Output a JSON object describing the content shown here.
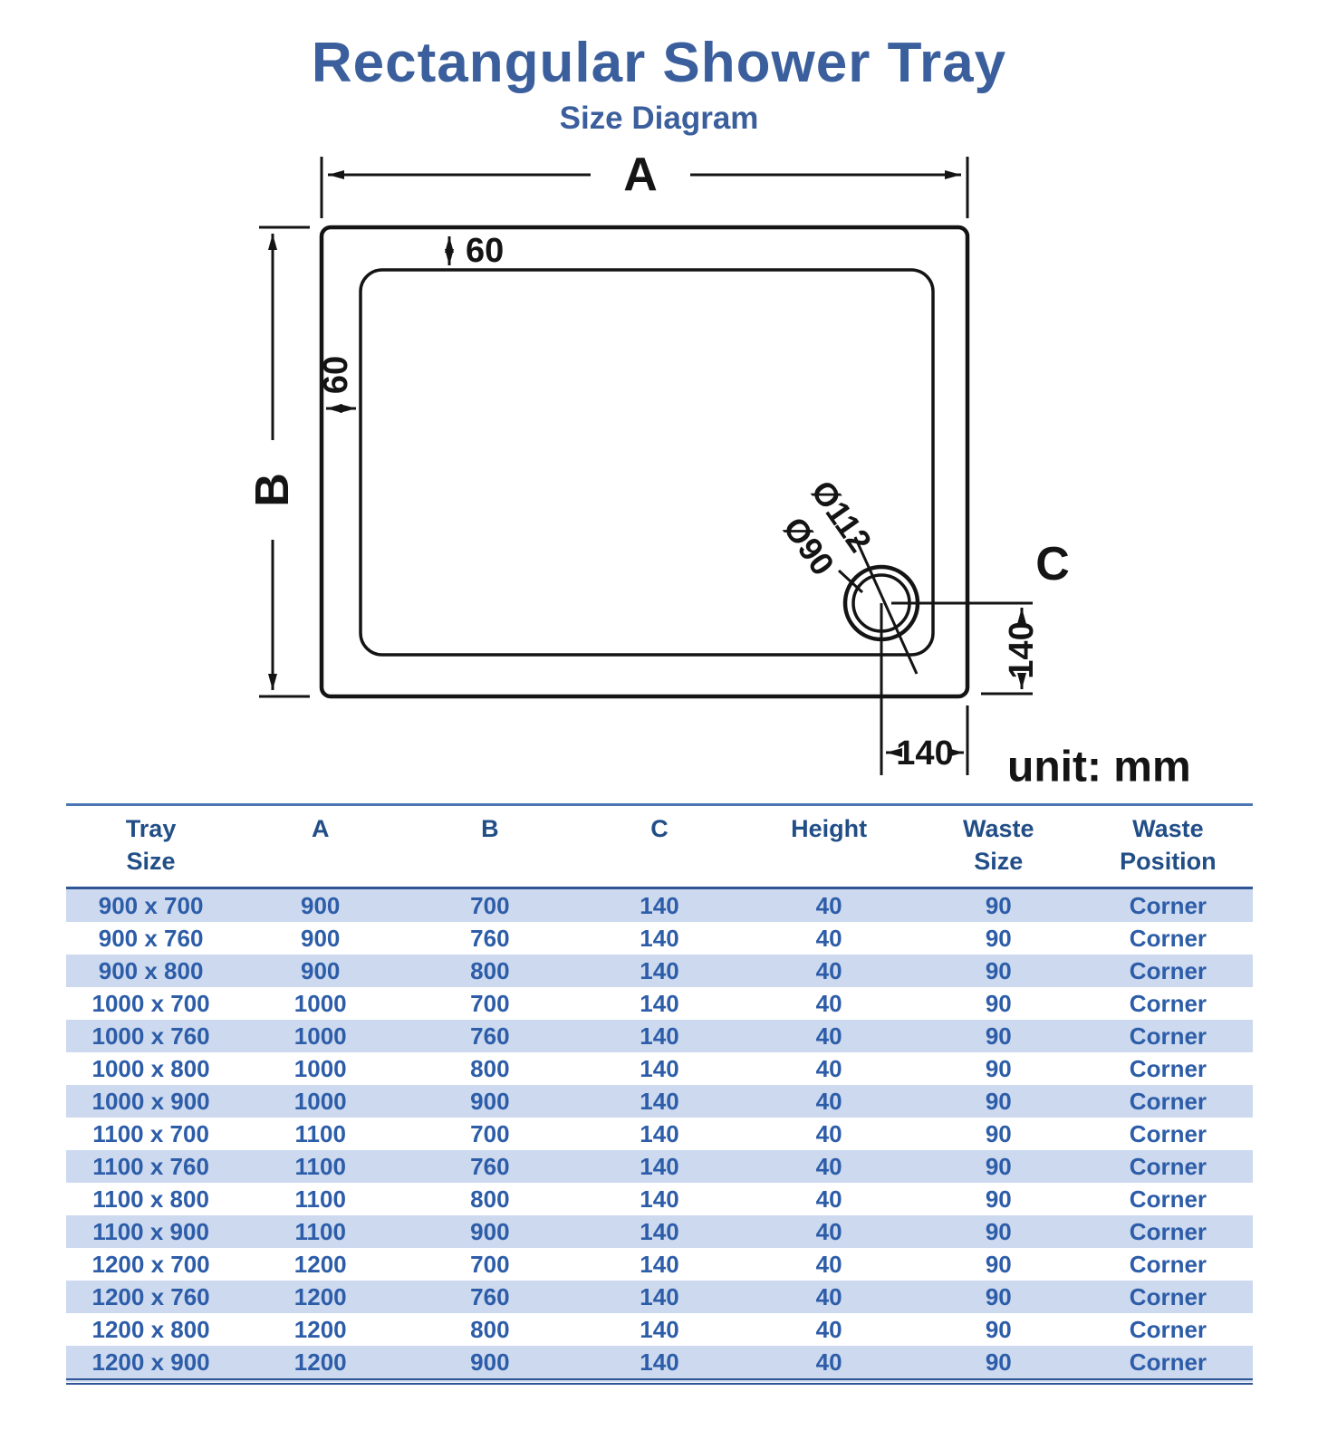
{
  "title": "Rectangular Shower Tray",
  "subtitle": "Size Diagram",
  "diagram": {
    "dim_a_label": "A",
    "dim_b_label": "B",
    "dim_c_label": "C",
    "top_inset_label": "60",
    "left_inset_label": "60",
    "drain_outer_diameter_label": "Ø112",
    "drain_inner_diameter_label": "Ø90",
    "drain_offset_vertical_label": "140",
    "drain_offset_horizontal_label": "140",
    "unit_label": "unit: mm"
  },
  "table": {
    "columns": [
      "Tray\nSize",
      "A",
      "B",
      "C",
      "Height",
      "Waste\nSize",
      "Waste\nPosition"
    ],
    "rows": [
      {
        "tray_size": "900 x 700",
        "a": "900",
        "b": "700",
        "c": "140",
        "height": "40",
        "waste_size": "90",
        "waste_position": "Corner"
      },
      {
        "tray_size": "900 x 760",
        "a": "900",
        "b": "760",
        "c": "140",
        "height": "40",
        "waste_size": "90",
        "waste_position": "Corner"
      },
      {
        "tray_size": "900 x 800",
        "a": "900",
        "b": "800",
        "c": "140",
        "height": "40",
        "waste_size": "90",
        "waste_position": "Corner"
      },
      {
        "tray_size": "1000 x 700",
        "a": "1000",
        "b": "700",
        "c": "140",
        "height": "40",
        "waste_size": "90",
        "waste_position": "Corner"
      },
      {
        "tray_size": "1000 x 760",
        "a": "1000",
        "b": "760",
        "c": "140",
        "height": "40",
        "waste_size": "90",
        "waste_position": "Corner"
      },
      {
        "tray_size": "1000 x 800",
        "a": "1000",
        "b": "800",
        "c": "140",
        "height": "40",
        "waste_size": "90",
        "waste_position": "Corner"
      },
      {
        "tray_size": "1000 x 900",
        "a": "1000",
        "b": "900",
        "c": "140",
        "height": "40",
        "waste_size": "90",
        "waste_position": "Corner"
      },
      {
        "tray_size": "1100 x 700",
        "a": "1100",
        "b": "700",
        "c": "140",
        "height": "40",
        "waste_size": "90",
        "waste_position": "Corner"
      },
      {
        "tray_size": "1100 x 760",
        "a": "1100",
        "b": "760",
        "c": "140",
        "height": "40",
        "waste_size": "90",
        "waste_position": "Corner"
      },
      {
        "tray_size": "1100 x 800",
        "a": "1100",
        "b": "800",
        "c": "140",
        "height": "40",
        "waste_size": "90",
        "waste_position": "Corner"
      },
      {
        "tray_size": "1100 x 900",
        "a": "1100",
        "b": "900",
        "c": "140",
        "height": "40",
        "waste_size": "90",
        "waste_position": "Corner"
      },
      {
        "tray_size": "1200 x 700",
        "a": "1200",
        "b": "700",
        "c": "140",
        "height": "40",
        "waste_size": "90",
        "waste_position": "Corner"
      },
      {
        "tray_size": "1200 x 760",
        "a": "1200",
        "b": "760",
        "c": "140",
        "height": "40",
        "waste_size": "90",
        "waste_position": "Corner"
      },
      {
        "tray_size": "1200 x 800",
        "a": "1200",
        "b": "800",
        "c": "140",
        "height": "40",
        "waste_size": "90",
        "waste_position": "Corner"
      },
      {
        "tray_size": "1200 x 900",
        "a": "1200",
        "b": "900",
        "c": "140",
        "height": "40",
        "waste_size": "90",
        "waste_position": "Corner"
      }
    ]
  },
  "colors": {
    "title_blue": "#3b5f9d",
    "header_text": "#224e87",
    "cell_text": "#2d5da8",
    "row_shade": "#ccd9ef",
    "table_border_dark": "#2e5594",
    "table_border_light": "#4a77b4",
    "diagram_ink": "#141414"
  }
}
